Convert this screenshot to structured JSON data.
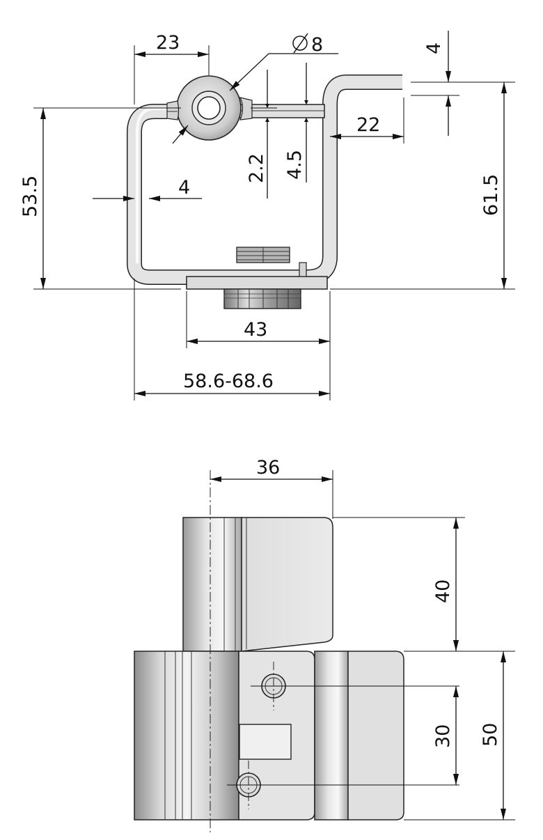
{
  "top_view": {
    "dim_pin_offset": "23",
    "dim_pin_diameter": "8",
    "dim_leaf_thickness": "4",
    "dim_knuckle_small": "2.2",
    "dim_knuckle_large": "4.5",
    "dim_flange_length": "22",
    "dim_wall_thickness": "4",
    "dim_height_left": "53.5",
    "dim_height_right": "61.5",
    "dim_base_width": "43",
    "dim_total_width": "58.6-68.6"
  },
  "front_view": {
    "dim_upper_leaf_width": "36",
    "dim_upper_leaf_height": "40",
    "dim_hole_spacing": "30",
    "dim_lower_body_height": "50"
  },
  "colors": {
    "line": "#111111",
    "metal_light": "#eeeeee",
    "metal_mid": "#c9c9c9",
    "metal_dark": "#8e8e8e"
  }
}
